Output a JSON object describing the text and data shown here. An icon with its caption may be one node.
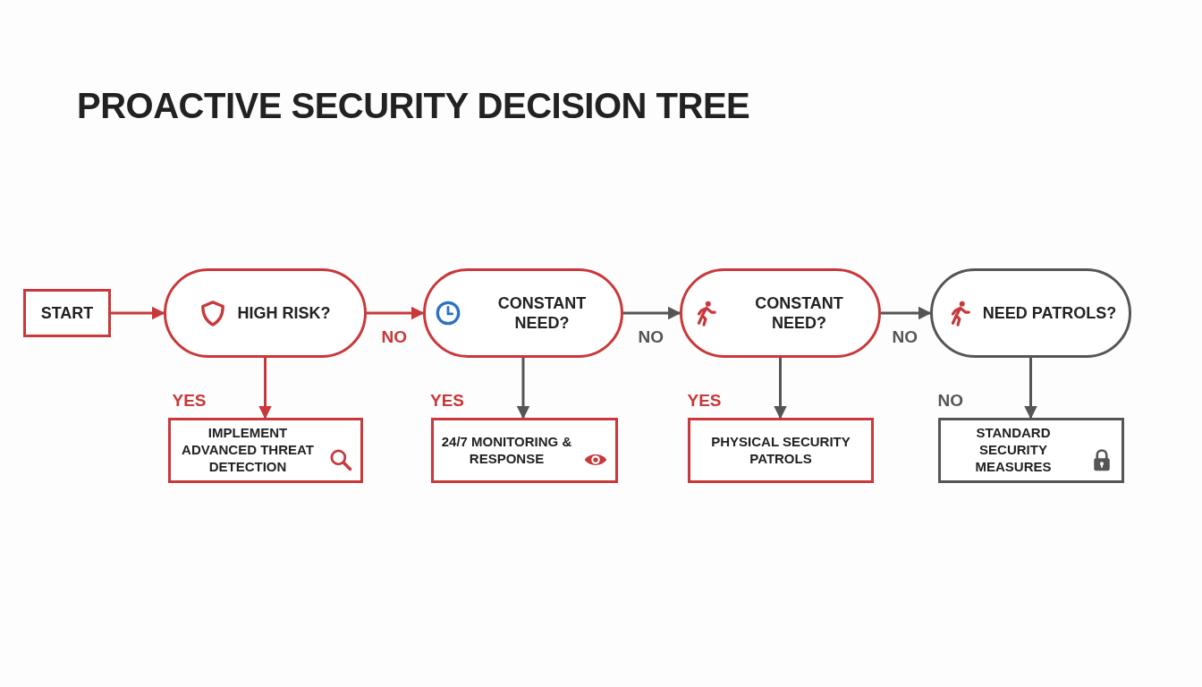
{
  "diagram": {
    "title": "PROACTIVE SECURITY DECISION TREE",
    "nodes": [
      {
        "text": [
          "START"
        ]
      },
      {
        "text": [
          "HIGH RISK?"
        ]
      },
      {
        "text": [
          "CONSTANT NEED?"
        ]
      },
      {
        "text": [
          "CONSTANT NEED?"
        ]
      },
      {
        "text": [
          "NEED PATROLS?"
        ]
      },
      {
        "text": [
          "IMPLEMENT ADVANCED THREAT DETECTION"
        ]
      },
      {
        "text": [
          "24/7 MONITORING & RESPONSE"
        ]
      },
      {
        "text": [
          "PHYSICAL SECURITY PATROLS"
        ]
      },
      {
        "text": [
          "STANDARD SECURITY MEASURES"
        ]
      }
    ],
    "edges": [
      {
        "from": 0,
        "to": 1,
        "arrow": "to",
        "color": "#c9383a"
      },
      {
        "from": 1,
        "to": 2,
        "arrow": "to",
        "label": "NO",
        "color": "#c9383a"
      },
      {
        "from": 2,
        "to": 3,
        "arrow": "to",
        "label": "NO"
      },
      {
        "from": 3,
        "to": 4,
        "arrow": "to",
        "label": "NO"
      },
      {
        "from": 1,
        "to": 5,
        "arrow": "to",
        "label": "YES",
        "color": "#c9383a"
      },
      {
        "from": 2,
        "to": 6,
        "arrow": "to",
        "label": "YES"
      },
      {
        "from": 3,
        "to": 7,
        "arrow": "to",
        "label": "YES"
      },
      {
        "from": 4,
        "to": 8,
        "arrow": "to",
        "label": "NO"
      }
    ]
  }
}
